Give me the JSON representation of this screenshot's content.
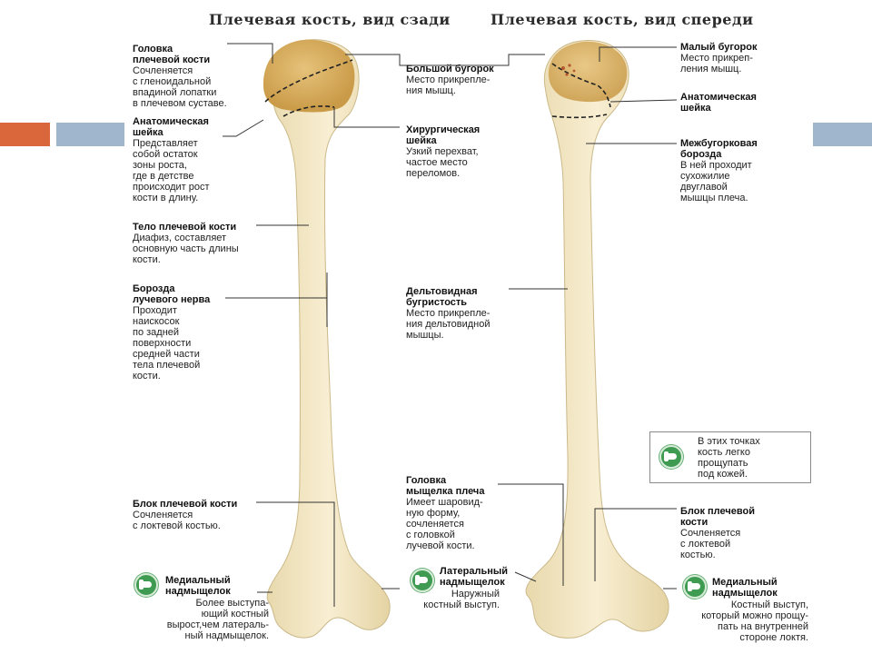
{
  "colors": {
    "accent_orange": "#d9673b",
    "accent_blue": "#9fb6cc",
    "bone": "#f2e6c2",
    "bone_head": "#dcb562",
    "icon_green": "#3f9a52"
  },
  "titles": {
    "posterior": "Плечевая кость, вид сзади",
    "anterior": "Плечевая кость, вид спереди"
  },
  "labels": {
    "head": {
      "heading": "Головка\nплечевой кости",
      "desc": "Сочленяется\nс гленоидальной\nвпадиной лопатки\nв плечевом суставе."
    },
    "anat_neck_left": {
      "heading": "Анатомическая\nшейка",
      "desc": "Представляет\nсобой остаток\nзоны роста,\nгде в детстве\nпроисходит рост\nкости в длину."
    },
    "shaft": {
      "heading": "Тело плечевой кости",
      "desc": "Диафиз, составляет\nосновную часть длины\nкости."
    },
    "radial_groove": {
      "heading": "Борозда\nлучевого нерва",
      "desc": "Проходит\nнаискосок\nпо задней\nповерхности\nсредней части\nтела плечевой\nкости."
    },
    "trochlea_left": {
      "heading": "Блок плечевой кости",
      "desc": "Сочленяется\nс локтевой костью."
    },
    "medial_epi_left": {
      "heading": "Медиальный\nнадмыщелок",
      "desc": "Более выступа-\nющий костный\nвырост,чем латераль-\nный надмыщелок."
    },
    "greater_tubercle": {
      "heading": "Большой бугорок",
      "desc": "Место прикрепле-\nния мышц."
    },
    "surgical_neck": {
      "heading": "Хирургическая\nшейка",
      "desc": "Узкий перехват,\nчастое место\nпереломов."
    },
    "deltoid": {
      "heading": "Дельтовидная\nбугристость",
      "desc": "Место прикрепле-\nния дельтовидной\nмышцы."
    },
    "capitulum": {
      "heading": "Головка\nмыщелка плеча",
      "desc": "Имеет шаровид-\nную форму,\nсочленяется\nс головкой\nлучевой кости."
    },
    "lateral_epi": {
      "heading": "Латеральный\nнадмыщелок",
      "desc": "Наружный\nкостный выступ."
    },
    "lesser_tubercle": {
      "heading": "Малый бугорок",
      "desc": "Место прикреп-\nления мышц."
    },
    "anat_neck_right": {
      "heading": "Анатомическая\nшейка",
      "desc": ""
    },
    "intertubercular": {
      "heading": "Межбугорковая\nборозда",
      "desc": "В ней проходит\nсухожилие\nдвуглавой\nмышцы плеча."
    },
    "trochlea_right": {
      "heading": "Блок плечевой\nкости",
      "desc": "Сочленяется\nс локтевой\nкостью."
    },
    "medial_epi_right": {
      "heading": "Медиальный\nнадмыщелок",
      "desc": "Костный выступ,\nкоторый можно прощу-\nпать на внутренней\nстороне локтя."
    }
  },
  "note": {
    "text": "В этих точках\nкость легко\nпрощупать\nпод кожей."
  }
}
